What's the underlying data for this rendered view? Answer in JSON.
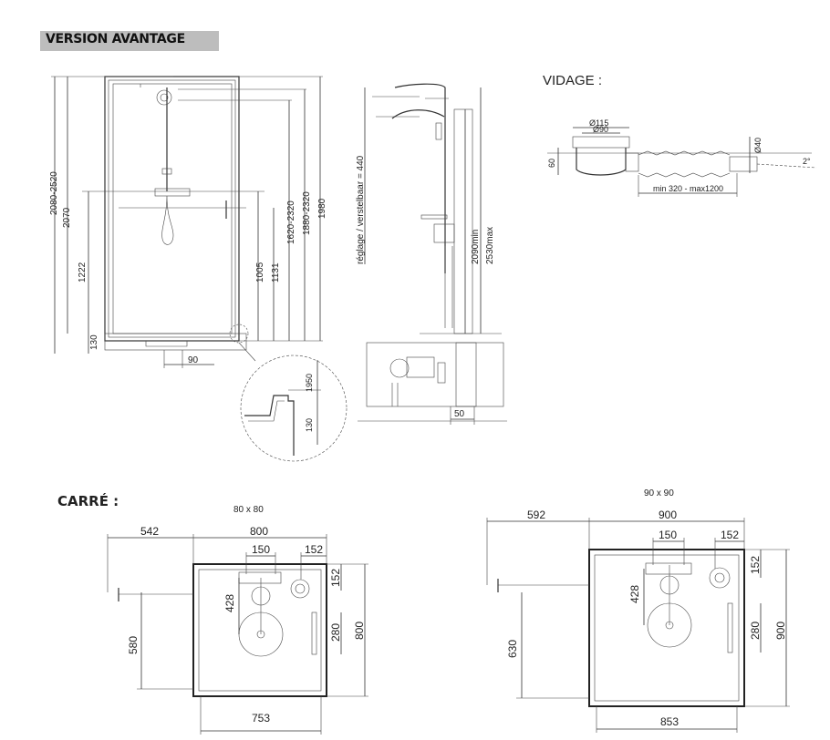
{
  "title": "VERSION AVANTAGE",
  "vidage_label": "VIDAGE :",
  "carre_label": "CARRÉ :",
  "front": {
    "dims": [
      "2080-2520",
      "2070",
      "1222",
      "130",
      "90",
      "1005",
      "1131",
      "1620-2320",
      "1880-2320",
      "1980"
    ]
  },
  "detail": {
    "dims": [
      "1950",
      "130"
    ]
  },
  "side": {
    "reglage": "réglage / verstelbaar = 440",
    "dims": [
      "2090min",
      "2530max",
      "50"
    ]
  },
  "vidage": {
    "dims": [
      "Ø115",
      "Ø90",
      "Ø40",
      "60",
      "min 320 - max1200",
      "2°"
    ]
  },
  "plan80": {
    "size_label": "80 x 80",
    "dims": [
      "542",
      "800",
      "150",
      "152",
      "152",
      "428",
      "580",
      "280",
      "800",
      "753"
    ]
  },
  "plan90": {
    "size_label": "90 x 90",
    "dims": [
      "592",
      "900",
      "150",
      "152",
      "152",
      "428",
      "630",
      "280",
      "900",
      "853"
    ]
  }
}
